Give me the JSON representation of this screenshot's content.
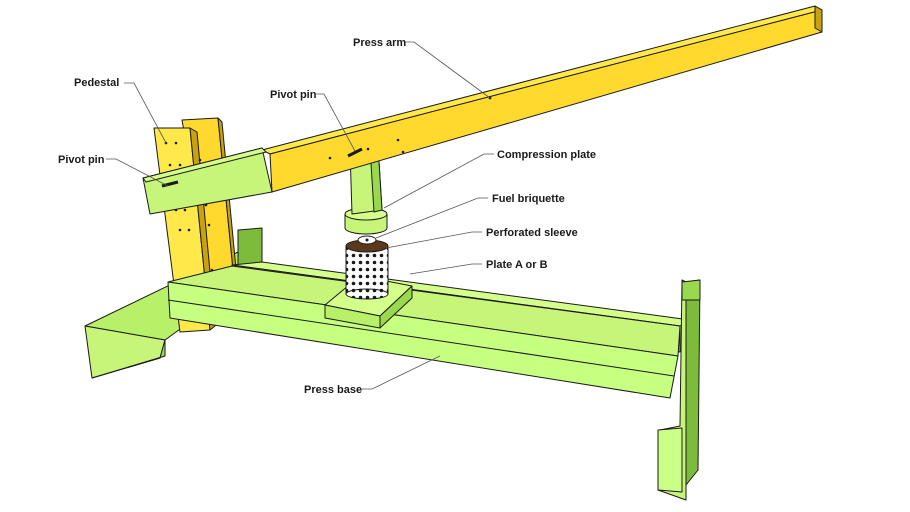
{
  "labels": {
    "press_arm": "Press arm",
    "pedestal": "Pedestal",
    "pivot_pin_top": "Pivot pin",
    "pivot_pin_left": "Pivot pin",
    "compression_plate": "Compression plate",
    "fuel_briquette": "Fuel briquette",
    "perforated_sleeve": "Perforated sleeve",
    "plate_a_or_b": "Plate A or B",
    "press_base": "Press base"
  },
  "colors": {
    "green_top": "#d4ff8a",
    "green_side": "#b8f06a",
    "green_dark": "#7dbb3a",
    "yellow_top": "#ffe84a",
    "yellow_side": "#ffd92e",
    "yellow_dark": "#c9a20f",
    "sleeve_dots": "#1a1a1a"
  }
}
